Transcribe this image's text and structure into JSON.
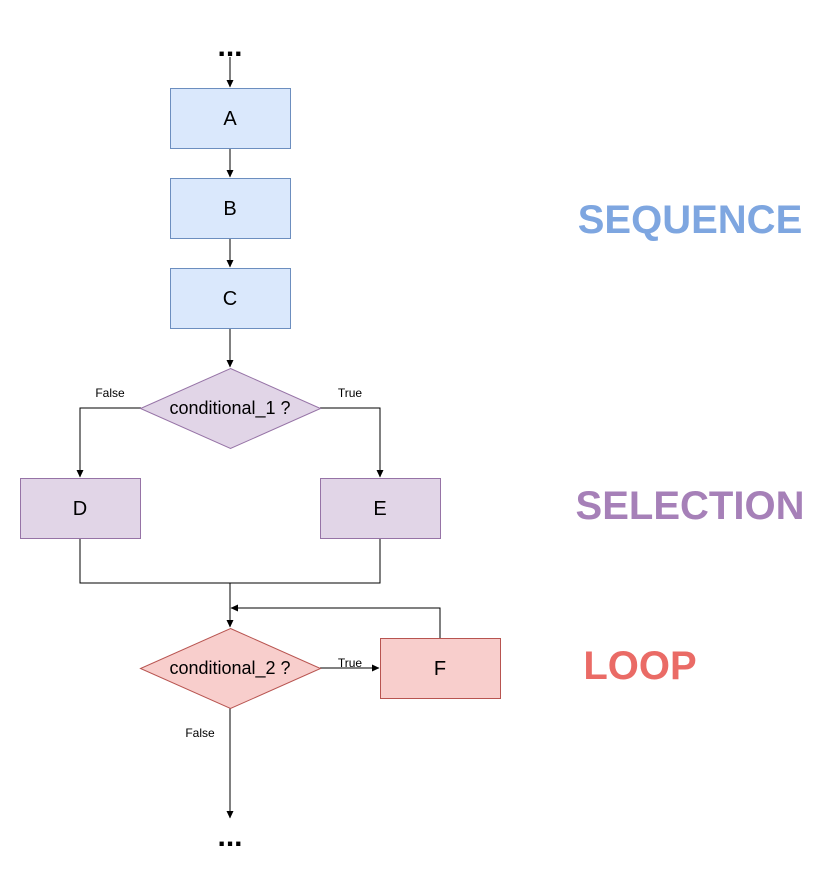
{
  "flow": {
    "top_dots": "...",
    "bottom_dots": "...",
    "nodes": {
      "A": "A",
      "B": "B",
      "C": "C",
      "cond1": "conditional_1 ?",
      "D": "D",
      "E": "E",
      "cond2": "conditional_2 ?",
      "F": "F"
    },
    "edges": {
      "cond1_false": "False",
      "cond1_true": "True",
      "cond2_true": "True",
      "cond2_false": "False"
    }
  },
  "sections": {
    "sequence": "SEQUENCE",
    "selection": "SELECTION",
    "loop": "LOOP"
  },
  "colors": {
    "sequence_fill": "#dae8fc",
    "sequence_stroke": "#6c8ebf",
    "sequence_text": "#7ea6e0",
    "selection_fill": "#e1d5e7",
    "selection_stroke": "#9673a6",
    "selection_text": "#a680b8",
    "loop_fill": "#f8cecc",
    "loop_stroke": "#b85450",
    "loop_text": "#ea6b66"
  }
}
